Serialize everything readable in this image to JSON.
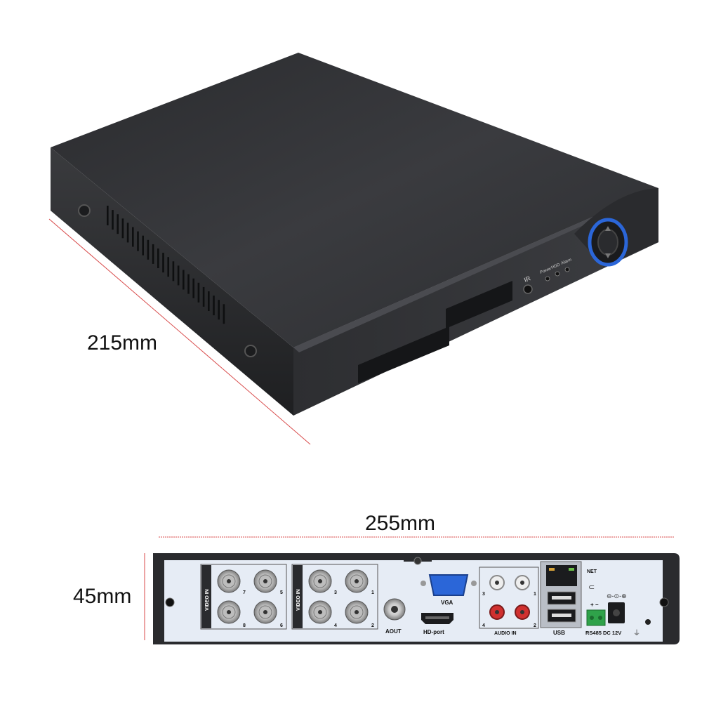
{
  "dimensions": {
    "depth": "215mm",
    "width": "255mm",
    "height": "45mm"
  },
  "front_panel": {
    "ir_label": "IR",
    "leds": [
      "Power",
      "HDD",
      "Alarm"
    ]
  },
  "rear_panel": {
    "video_in_label": "VIDEO IN",
    "channel_numbers": [
      "7",
      "5",
      "8",
      "6",
      "3",
      "1",
      "4",
      "2"
    ],
    "aout_label": "AOUT",
    "vga_label": "VGA",
    "hd_port_label": "HD-port",
    "audio_in_label": "AUDIO IN",
    "audio_numbers": [
      "3",
      "1",
      "4",
      "2"
    ],
    "net_label": "NET",
    "usb_label": "USB",
    "power_label": "RS485 DC 12V",
    "terminal_signs": "+  −"
  },
  "colors": {
    "chassis": "#2f3033",
    "panel_face": "#e6ecf5",
    "dimension_line": "#d84a4a",
    "accent_blue": "#2b66d8",
    "terminal_green": "#2fa24a"
  }
}
